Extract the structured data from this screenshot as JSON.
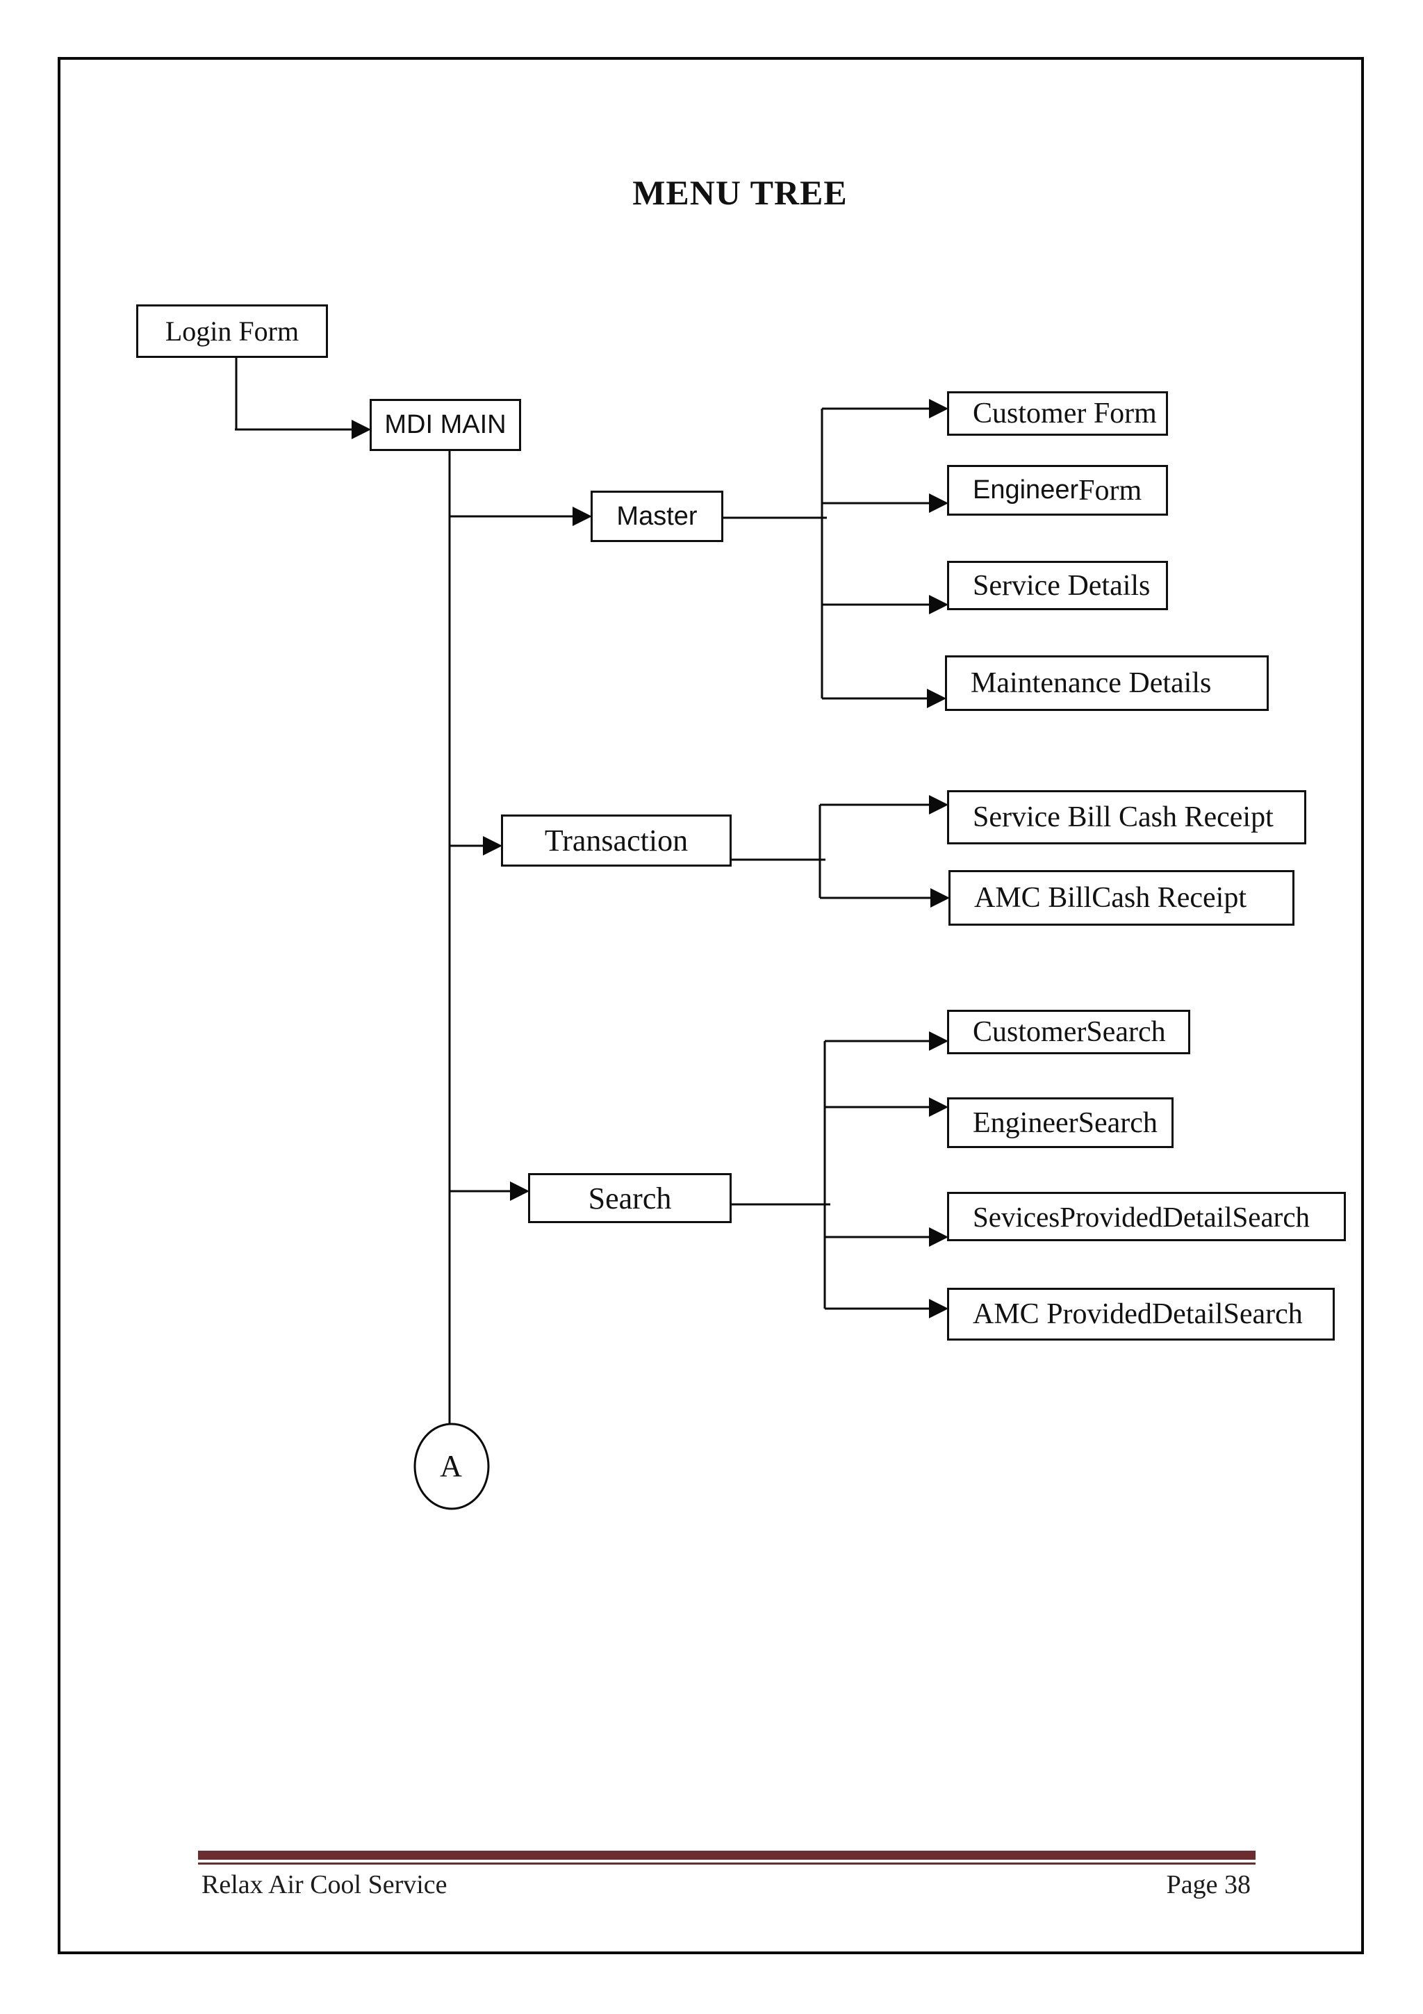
{
  "page": {
    "title": "MENU TREE",
    "footer": {
      "left_text": "Relax Air Cool Service",
      "right_text": "Page 38"
    },
    "colors": {
      "line": "#0a0a0a",
      "text": "#111111",
      "footer_rule": "#6b2d30",
      "page_background": "#ffffff"
    }
  },
  "nodes": {
    "login_form": {
      "label": "Login Form"
    },
    "mdi_main": {
      "label": "MDI MAIN"
    },
    "master": {
      "label": "Master"
    },
    "transaction": {
      "label": "Transaction"
    },
    "search": {
      "label": "Search"
    },
    "customer_form": {
      "label": "Customer Form"
    },
    "engineer_form": {
      "label": "Engineer Form",
      "label_parts": [
        {
          "text": "Engineer",
          "font": "sans"
        },
        {
          "text": " Form",
          "font": "serif"
        }
      ]
    },
    "service_details": {
      "label": "Service Details"
    },
    "maintenance_details": {
      "label": "Maintenance Details"
    },
    "service_bill_cash_receipt": {
      "label": "Service Bill Cash Receipt"
    },
    "amc_billcash_receipt": {
      "label": "AMC BillCash Receipt"
    },
    "customer_search": {
      "label": "CustomerSearch"
    },
    "engineer_search": {
      "label": "EngineerSearch"
    },
    "sevices_provided_detail_search": {
      "label": "SevicesProvidedDetailSearch"
    },
    "amc_provided_detail_search": {
      "label": "AMC ProvidedDetailSearch"
    },
    "off_page_connector": {
      "label": "A"
    }
  },
  "hierarchy": {
    "root": "login_form",
    "edges": [
      [
        "login_form",
        "mdi_main"
      ],
      [
        "mdi_main",
        "master"
      ],
      [
        "mdi_main",
        "transaction"
      ],
      [
        "mdi_main",
        "search"
      ],
      [
        "mdi_main",
        "off_page_connector"
      ],
      [
        "master",
        "customer_form"
      ],
      [
        "master",
        "engineer_form"
      ],
      [
        "master",
        "service_details"
      ],
      [
        "master",
        "maintenance_details"
      ],
      [
        "transaction",
        "service_bill_cash_receipt"
      ],
      [
        "transaction",
        "amc_billcash_receipt"
      ],
      [
        "search",
        "customer_search"
      ],
      [
        "search",
        "engineer_search"
      ],
      [
        "search",
        "sevices_provided_detail_search"
      ],
      [
        "search",
        "amc_provided_detail_search"
      ]
    ]
  }
}
